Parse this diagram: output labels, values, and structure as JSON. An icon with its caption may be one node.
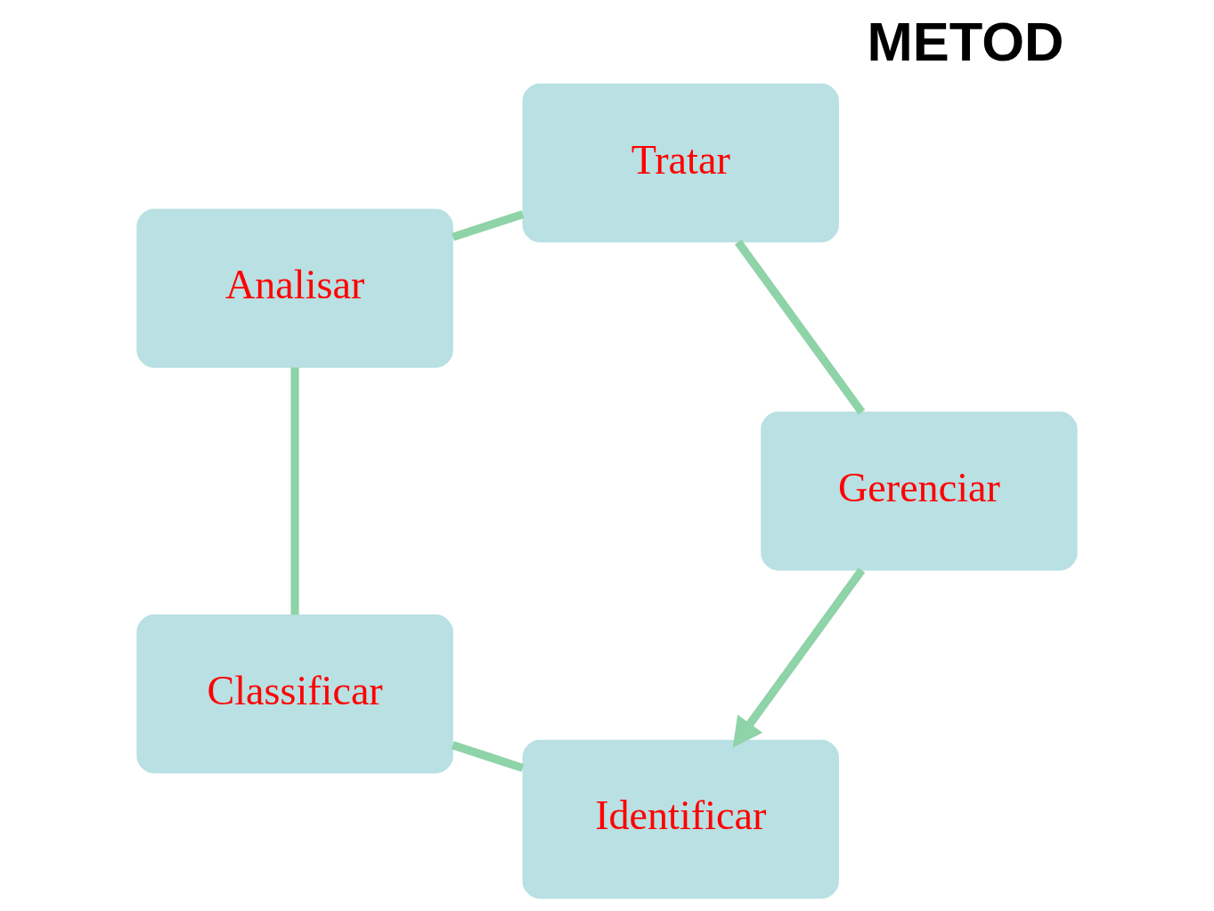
{
  "diagram": {
    "title": "METOD",
    "nodes": [
      {
        "text": [
          "Identificar"
        ]
      },
      {
        "text": [
          "Classificar"
        ]
      },
      {
        "text": [
          "Analisar"
        ]
      },
      {
        "text": [
          "Tratar"
        ]
      },
      {
        "text": [
          "Gerenciar"
        ]
      }
    ],
    "edges": [
      {
        "from": 0,
        "to": 1,
        "arrow": "none"
      },
      {
        "from": 1,
        "to": 2,
        "arrow": "none"
      },
      {
        "from": 2,
        "to": 3,
        "arrow": "none"
      },
      {
        "from": 3,
        "to": 4,
        "arrow": "none"
      },
      {
        "from": 4,
        "to": 0,
        "arrow": "to"
      }
    ]
  }
}
